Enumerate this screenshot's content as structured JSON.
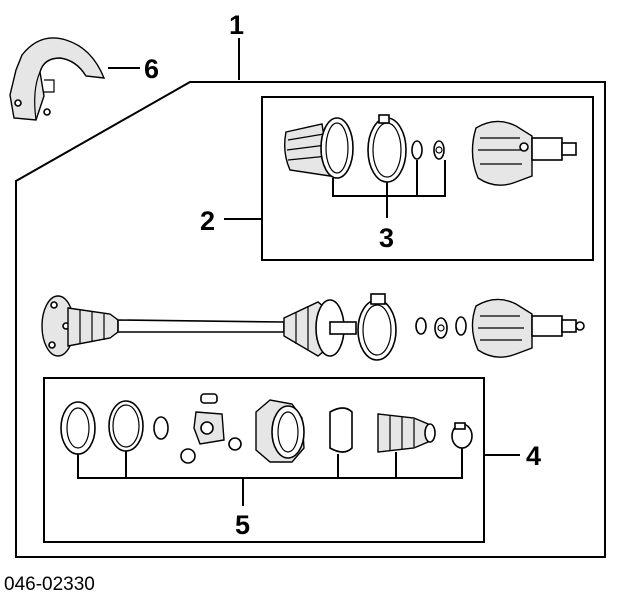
{
  "callouts": {
    "c1": "1",
    "c2": "2",
    "c3": "3",
    "c4": "4",
    "c5": "5",
    "c6": "6"
  },
  "diagram_code": "046-02330",
  "icons": {
    "heat_shield": "heat-shield-icon",
    "boot_kit": "boot-kit-icon",
    "axle_shaft": "axle-shaft-icon",
    "joint_repair_kit": "joint-repair-kit-icon"
  }
}
